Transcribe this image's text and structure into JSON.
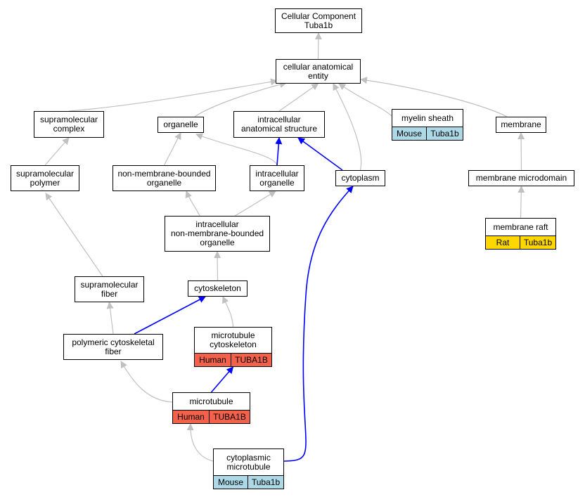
{
  "colors": {
    "grey_edge": "#c0c0c0",
    "blue_edge": "#0000ff",
    "mouse": "#add8e6",
    "rat": "#ffd700",
    "human": "#f4614a"
  },
  "nodes": {
    "cellular_component": {
      "label": "Cellular Component\nTuba1b"
    },
    "cellular_anatomical_entity": {
      "label": "cellular anatomical\nentity"
    },
    "supramolecular_complex": {
      "label": "supramolecular\ncomplex"
    },
    "organelle": {
      "label": "organelle"
    },
    "intracellular_anatomical_structure": {
      "label": "intracellular\nanatomical structure"
    },
    "myelin_sheath": {
      "label": "myelin sheath",
      "species": "Mouse",
      "gene": "Tuba1b",
      "color": "mouse"
    },
    "membrane": {
      "label": "membrane"
    },
    "supramolecular_polymer": {
      "label": "supramolecular\npolymer"
    },
    "non_membrane_bounded_organelle": {
      "label": "non-membrane-bounded\norganelle"
    },
    "intracellular_organelle": {
      "label": "intracellular\norganelle"
    },
    "cytoplasm": {
      "label": "cytoplasm"
    },
    "membrane_microdomain": {
      "label": "membrane microdomain"
    },
    "membrane_raft": {
      "label": "membrane raft",
      "species": "Rat",
      "gene": "Tuba1b",
      "color": "rat"
    },
    "intracellular_nmbo": {
      "label": "intracellular\nnon-membrane-bounded\norganelle"
    },
    "supramolecular_fiber": {
      "label": "supramolecular\nfiber"
    },
    "cytoskeleton": {
      "label": "cytoskeleton"
    },
    "microtubule_cytoskeleton": {
      "label": "microtubule\ncytoskeleton",
      "species": "Human",
      "gene": "TUBA1B",
      "color": "human"
    },
    "polymeric_cytoskeletal_fiber": {
      "label": "polymeric cytoskeletal\nfiber"
    },
    "microtubule": {
      "label": "microtubule",
      "species": "Human",
      "gene": "TUBA1B",
      "color": "human"
    },
    "cytoplasmic_microtubule": {
      "label": "cytoplasmic\nmicrotubule",
      "species": "Mouse",
      "gene": "Tuba1b",
      "color": "mouse"
    }
  },
  "edges": [
    {
      "from": "cellular_anatomical_entity",
      "to": "cellular_component",
      "color": "grey"
    },
    {
      "from": "supramolecular_complex",
      "to": "cellular_anatomical_entity",
      "color": "grey"
    },
    {
      "from": "organelle",
      "to": "cellular_anatomical_entity",
      "color": "grey"
    },
    {
      "from": "intracellular_anatomical_structure",
      "to": "cellular_anatomical_entity",
      "color": "grey"
    },
    {
      "from": "cytoplasm",
      "to": "cellular_anatomical_entity",
      "color": "grey"
    },
    {
      "from": "myelin_sheath",
      "to": "cellular_anatomical_entity",
      "color": "grey"
    },
    {
      "from": "membrane",
      "to": "cellular_anatomical_entity",
      "color": "grey"
    },
    {
      "from": "supramolecular_polymer",
      "to": "supramolecular_complex",
      "color": "grey"
    },
    {
      "from": "non_membrane_bounded_organelle",
      "to": "organelle",
      "color": "grey"
    },
    {
      "from": "intracellular_organelle",
      "to": "organelle",
      "color": "grey"
    },
    {
      "from": "intracellular_organelle",
      "to": "intracellular_anatomical_structure",
      "color": "blue"
    },
    {
      "from": "cytoplasm",
      "to": "intracellular_anatomical_structure",
      "color": "blue"
    },
    {
      "from": "membrane_microdomain",
      "to": "membrane",
      "color": "grey"
    },
    {
      "from": "membrane_raft",
      "to": "membrane_microdomain",
      "color": "grey"
    },
    {
      "from": "intracellular_nmbo",
      "to": "non_membrane_bounded_organelle",
      "color": "grey"
    },
    {
      "from": "intracellular_nmbo",
      "to": "intracellular_organelle",
      "color": "grey"
    },
    {
      "from": "supramolecular_fiber",
      "to": "supramolecular_polymer",
      "color": "grey"
    },
    {
      "from": "cytoskeleton",
      "to": "intracellular_nmbo",
      "color": "grey"
    },
    {
      "from": "polymeric_cytoskeletal_fiber",
      "to": "supramolecular_fiber",
      "color": "grey"
    },
    {
      "from": "polymeric_cytoskeletal_fiber",
      "to": "cytoskeleton",
      "color": "blue"
    },
    {
      "from": "microtubule_cytoskeleton",
      "to": "cytoskeleton",
      "color": "grey"
    },
    {
      "from": "microtubule",
      "to": "polymeric_cytoskeletal_fiber",
      "color": "grey"
    },
    {
      "from": "microtubule",
      "to": "microtubule_cytoskeleton",
      "color": "blue"
    },
    {
      "from": "cytoplasmic_microtubule",
      "to": "microtubule",
      "color": "grey"
    },
    {
      "from": "cytoplasmic_microtubule",
      "to": "cytoplasm",
      "color": "blue"
    }
  ]
}
